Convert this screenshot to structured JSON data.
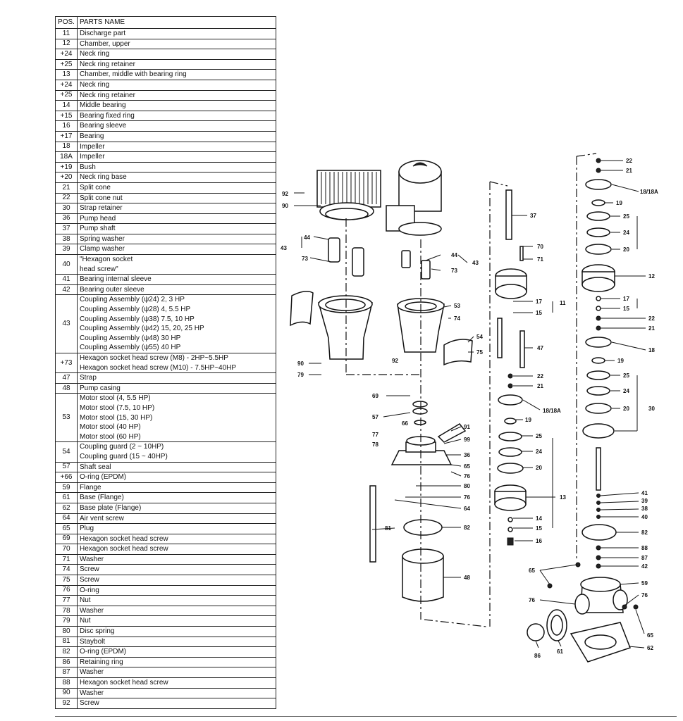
{
  "table": {
    "header": {
      "pos": "POS.",
      "name": "PARTS NAME"
    },
    "rows": [
      {
        "pos": "11",
        "names": [
          "Discharge part"
        ]
      },
      {
        "pos": "12",
        "names": [
          "Chamber, upper"
        ]
      },
      {
        "pos": "+24",
        "names": [
          "Neck ring"
        ]
      },
      {
        "pos": "+25",
        "names": [
          "Neck ring retainer"
        ]
      },
      {
        "pos": "13",
        "names": [
          "Chamber, middle with bearing ring"
        ]
      },
      {
        "pos": "+24",
        "names": [
          "Neck ring"
        ]
      },
      {
        "pos": "+25",
        "names": [
          "Neck ring retainer"
        ]
      },
      {
        "pos": "14",
        "names": [
          "Middle bearing"
        ]
      },
      {
        "pos": "+15",
        "names": [
          "Bearing fixed ring"
        ]
      },
      {
        "pos": "16",
        "names": [
          "Bearing sleeve"
        ]
      },
      {
        "pos": "+17",
        "names": [
          "Bearing"
        ]
      },
      {
        "pos": "18",
        "names": [
          "Impeller"
        ]
      },
      {
        "pos": "18A",
        "names": [
          "Impeller"
        ]
      },
      {
        "pos": "+19",
        "names": [
          "Bush"
        ]
      },
      {
        "pos": "+20",
        "names": [
          "Neck ring base"
        ]
      },
      {
        "pos": "21",
        "names": [
          "Split cone"
        ]
      },
      {
        "pos": "22",
        "names": [
          "Split cone nut"
        ]
      },
      {
        "pos": "30",
        "names": [
          "Strap retainer"
        ]
      },
      {
        "pos": "36",
        "names": [
          "Pump head"
        ]
      },
      {
        "pos": "37",
        "names": [
          "Pump shaft"
        ]
      },
      {
        "pos": "38",
        "names": [
          "Spring washer"
        ]
      },
      {
        "pos": "39",
        "names": [
          "Clamp washer"
        ]
      },
      {
        "pos": "40",
        "names": [
          "\"Hexagon socket",
          "head screw\""
        ]
      },
      {
        "pos": "41",
        "names": [
          "Bearing internal sleeve"
        ]
      },
      {
        "pos": "42",
        "names": [
          "Bearing outer sleeve"
        ]
      },
      {
        "pos": "43",
        "names": [
          "Coupling Assembly (ψ24) 2, 3 HP",
          "Coupling Assembly (ψ28) 4, 5.5 HP",
          "Coupling Assembly (ψ38) 7.5, 10 HP",
          "Coupling Assembly (ψ42) 15, 20, 25 HP",
          "Coupling Assembly (ψ48) 30 HP",
          "Coupling Assembly (ψ55) 40 HP"
        ]
      },
      {
        "pos": "+73",
        "names": [
          "Hexagon socket head screw (M8) - 2HP~5.5HP",
          "Hexagon socket head screw (M10) - 7.5HP~40HP"
        ]
      },
      {
        "pos": "47",
        "names": [
          "Strap"
        ]
      },
      {
        "pos": "48",
        "names": [
          "Pump casing"
        ]
      },
      {
        "pos": "53",
        "names": [
          "Motor stool (4, 5.5 HP)",
          "Motor stool (7.5, 10 HP)",
          "Motor stool (15, 30 HP)",
          "Motor stool (40 HP)",
          "Motor stool  (60 HP)"
        ]
      },
      {
        "pos": "54",
        "names": [
          "Coupling guard (2 ~ 10HP)",
          "Coupling guard (15 ~ 40HP)"
        ]
      },
      {
        "pos": "57",
        "names": [
          "Shaft seal"
        ]
      },
      {
        "pos": "+66",
        "names": [
          "O-ring (EPDM)"
        ]
      },
      {
        "pos": "59",
        "names": [
          "Flange"
        ]
      },
      {
        "pos": "61",
        "names": [
          "Base (Flange)"
        ]
      },
      {
        "pos": "62",
        "names": [
          "Base plate (Flange)"
        ]
      },
      {
        "pos": "64",
        "names": [
          "Air vent screw"
        ]
      },
      {
        "pos": "65",
        "names": [
          "Plug"
        ]
      },
      {
        "pos": "69",
        "names": [
          "Hexagon socket head screw"
        ]
      },
      {
        "pos": "70",
        "names": [
          "Hexagon socket head screw"
        ]
      },
      {
        "pos": "71",
        "names": [
          "Washer"
        ]
      },
      {
        "pos": "74",
        "names": [
          "Screw"
        ]
      },
      {
        "pos": "75",
        "names": [
          "Screw"
        ]
      },
      {
        "pos": "76",
        "names": [
          "O-ring"
        ]
      },
      {
        "pos": "77",
        "names": [
          "Nut"
        ]
      },
      {
        "pos": "78",
        "names": [
          "Washer"
        ]
      },
      {
        "pos": "79",
        "names": [
          "Nut"
        ]
      },
      {
        "pos": "80",
        "names": [
          "Disc spring"
        ]
      },
      {
        "pos": "81",
        "names": [
          "Staybolt"
        ]
      },
      {
        "pos": "82",
        "names": [
          "O-ring (EPDM)"
        ]
      },
      {
        "pos": "86",
        "names": [
          "Retaining ring"
        ]
      },
      {
        "pos": "87",
        "names": [
          "Washer"
        ]
      },
      {
        "pos": "88",
        "names": [
          "Hexagon socket head screw"
        ]
      },
      {
        "pos": "90",
        "names": [
          "Washer"
        ]
      },
      {
        "pos": "92",
        "names": [
          "Screw"
        ]
      }
    ]
  },
  "callouts": {
    "c92": "92",
    "c90": "90",
    "c44a": "44",
    "c43a": "43",
    "c73a": "73",
    "c44b": "44",
    "c43b": "43",
    "c73b": "73",
    "c53": "53",
    "c74": "74",
    "c54": "54",
    "c75": "75",
    "c92b": "92",
    "c90b": "90",
    "c79": "79",
    "c69": "69",
    "c57": "57",
    "c66": "66",
    "c77": "77",
    "c78": "78",
    "c91": "91",
    "c99": "99",
    "c36": "36",
    "c65a": "65",
    "c76a": "76",
    "c80": "80",
    "c76b": "76",
    "c64": "64",
    "c81": "81",
    "c82a": "82",
    "c48": "48",
    "c37": "37",
    "c70": "70",
    "c71": "71",
    "c17a": "17",
    "c15a": "15",
    "c11": "11",
    "c47": "47",
    "c22a": "22",
    "c21a": "21",
    "c19a": "19",
    "c1818a_a": "18/18A",
    "c25a": "25",
    "c24a": "24",
    "c20a": "20",
    "c13": "13",
    "c14": "14",
    "c15b": "15",
    "c16": "16",
    "c22b": "22",
    "c21b": "21",
    "c19b": "19",
    "c1818a_b": "18/18A",
    "c25b": "25",
    "c24b": "24",
    "c20b": "20",
    "c12": "12",
    "c17b": "17",
    "c15c": "15",
    "c22c": "22",
    "c21c": "21",
    "c18": "18",
    "c19c": "19",
    "c25c": "25",
    "c24c": "24",
    "c20c": "20",
    "c30": "30",
    "c41": "41",
    "c39": "39",
    "c38": "38",
    "c40": "40",
    "c82b": "82",
    "c88": "88",
    "c87": "87",
    "c42": "42",
    "c65b": "65",
    "c59": "59",
    "c76c": "76",
    "c76d": "76",
    "c65c": "65",
    "c62": "62",
    "c86": "86",
    "c61": "61"
  }
}
